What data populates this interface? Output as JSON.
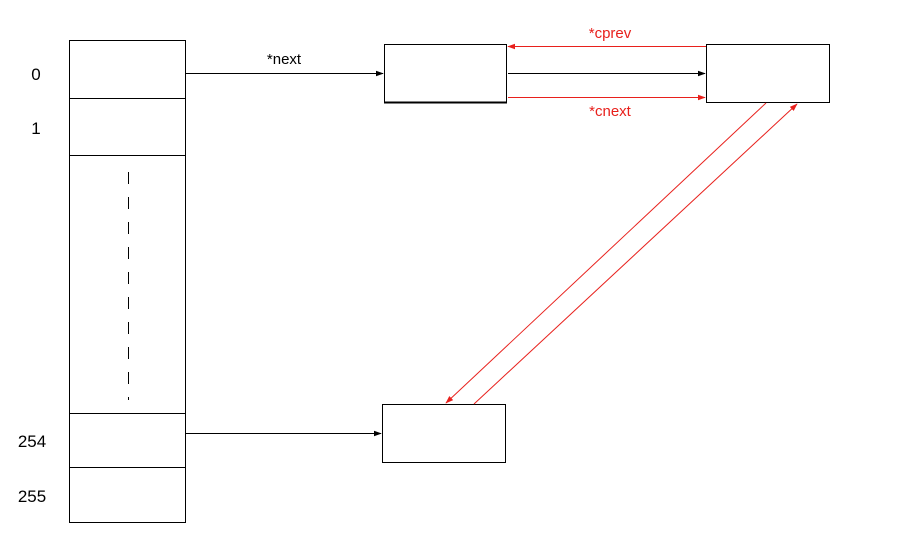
{
  "colors": {
    "black": "#000000",
    "accent": "#e8201c",
    "background": "#ffffff"
  },
  "array": {
    "index_labels": [
      "0",
      "1",
      "254",
      "255"
    ]
  },
  "arrows": {
    "next_label": "*next",
    "cprev_label": "*cprev",
    "cnext_label": "*cnext"
  }
}
